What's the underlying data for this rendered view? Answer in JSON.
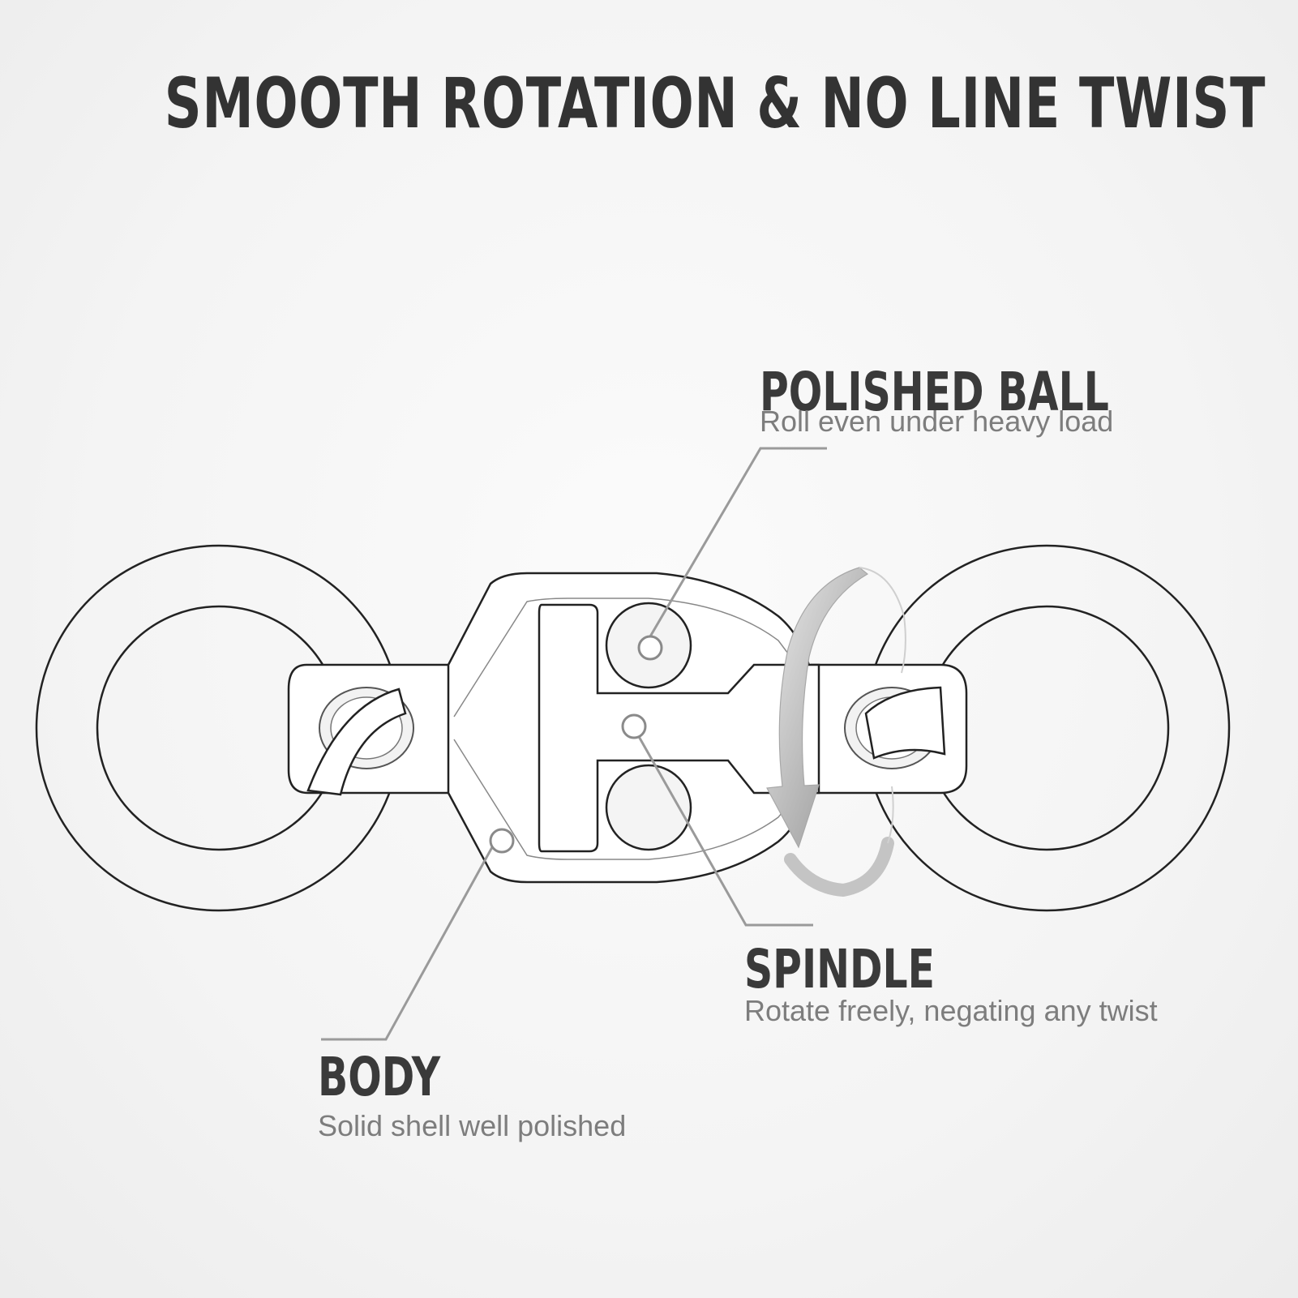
{
  "title": "SMOOTH ROTATION & NO LINE TWIST",
  "callouts": {
    "polished_ball": {
      "heading": "POLISHED BALL",
      "description": "Roll even under heavy load"
    },
    "spindle": {
      "heading": "SPINDLE",
      "description": "Rotate freely, negating any twist"
    },
    "body": {
      "heading": "BODY",
      "description": "Solid shell well polished"
    }
  },
  "colors": {
    "outline": "#222222",
    "leader_line": "#9a9a9a",
    "arrow": "#a8a8a8",
    "heading": "#3a3a3a",
    "description": "#7d7d7d"
  }
}
